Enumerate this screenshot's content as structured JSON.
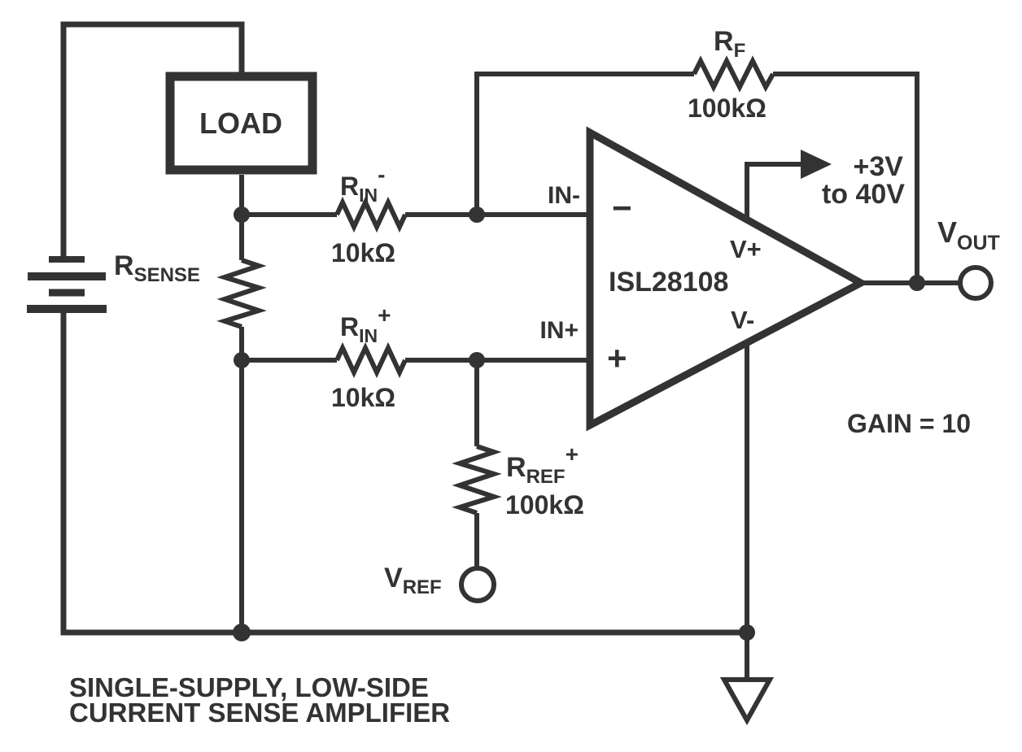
{
  "caption": {
    "line1": "SINGLE-SUPPLY, LOW-SIDE",
    "line2": "CURRENT SENSE AMPLIFIER"
  },
  "annotations": {
    "gain": "GAIN = 10"
  },
  "load": {
    "label": "LOAD"
  },
  "supply": {
    "line1": "+3V",
    "line2": "to 40V"
  },
  "opamp": {
    "part_number": "ISL28108",
    "inverting_symbol": "−",
    "noninverting_symbol": "+",
    "vplus_label": "V+",
    "vminus_label": "V-",
    "in_minus_label": "IN-",
    "in_plus_label": "IN+"
  },
  "components": {
    "r_sense": {
      "main": "R",
      "sub": "SENSE"
    },
    "r_in_minus": {
      "main": "R",
      "sub": "IN",
      "sup": "-",
      "value": "10kΩ"
    },
    "r_in_plus": {
      "main": "R",
      "sub": "IN",
      "sup": "+",
      "value": "10kΩ"
    },
    "r_f": {
      "main": "R",
      "sub": "F",
      "value": "100kΩ"
    },
    "r_ref": {
      "main": "R",
      "sub": "REF",
      "sup": "+",
      "value": "100kΩ"
    }
  },
  "terminals": {
    "v_out": {
      "main": "V",
      "sub": "OUT"
    },
    "v_ref": {
      "main": "V",
      "sub": "REF"
    }
  },
  "colors": {
    "ink": "#333333",
    "background": "#ffffff"
  }
}
